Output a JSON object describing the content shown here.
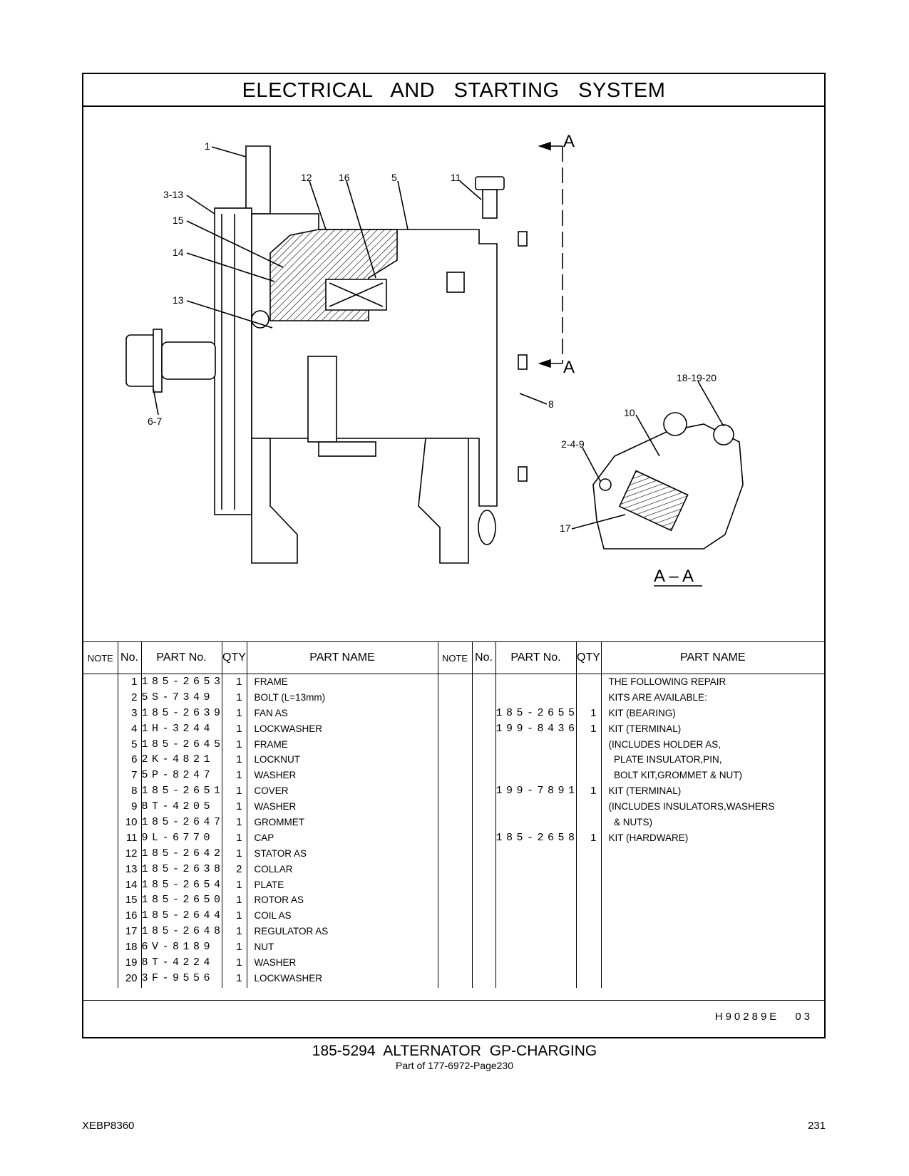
{
  "header": {
    "title": "ELECTRICAL AND STARTING SYSTEM"
  },
  "diagram": {
    "callouts": [
      "1",
      "3-13",
      "15",
      "14",
      "13",
      "12",
      "16",
      "5",
      "11",
      "6-7",
      "8",
      "18-19-20",
      "10",
      "2-4-9",
      "17"
    ],
    "section_marker": "A",
    "section_label": "A – A"
  },
  "table": {
    "headers": {
      "note": "NOTE",
      "no": "No.",
      "part_no": "PART No.",
      "qty": "QTY",
      "part_name": "PART NAME"
    },
    "left": [
      {
        "no": "1",
        "part_no": "185-2653",
        "qty": "1",
        "name": "FRAME"
      },
      {
        "no": "2",
        "part_no": "5S-7349",
        "qty": "1",
        "name": "BOLT (L=13mm)"
      },
      {
        "no": "3",
        "part_no": "185-2639",
        "qty": "1",
        "name": "FAN AS"
      },
      {
        "no": "4",
        "part_no": "1H-3244",
        "qty": "1",
        "name": "LOCKWASHER"
      },
      {
        "no": "5",
        "part_no": "185-2645",
        "qty": "1",
        "name": "FRAME"
      },
      {
        "no": "6",
        "part_no": "2K-4821",
        "qty": "1",
        "name": "LOCKNUT"
      },
      {
        "no": "7",
        "part_no": "5P-8247",
        "qty": "1",
        "name": "WASHER"
      },
      {
        "no": "8",
        "part_no": "185-2651",
        "qty": "1",
        "name": "COVER"
      },
      {
        "no": "9",
        "part_no": "8T-4205",
        "qty": "1",
        "name": "WASHER"
      },
      {
        "no": "10",
        "part_no": "185-2647",
        "qty": "1",
        "name": "GROMMET"
      },
      {
        "no": "11",
        "part_no": "9L-6770",
        "qty": "1",
        "name": "CAP"
      },
      {
        "no": "12",
        "part_no": "185-2642",
        "qty": "1",
        "name": "STATOR AS"
      },
      {
        "no": "13",
        "part_no": "185-2638",
        "qty": "2",
        "name": "COLLAR"
      },
      {
        "no": "14",
        "part_no": "185-2654",
        "qty": "1",
        "name": "PLATE"
      },
      {
        "no": "15",
        "part_no": "185-2650",
        "qty": "1",
        "name": "ROTOR AS"
      },
      {
        "no": "16",
        "part_no": "185-2644",
        "qty": "1",
        "name": "COIL AS"
      },
      {
        "no": "17",
        "part_no": "185-2648",
        "qty": "1",
        "name": "REGULATOR AS"
      },
      {
        "no": "18",
        "part_no": "6V-8189",
        "qty": "1",
        "name": "NUT"
      },
      {
        "no": "19",
        "part_no": "8T-4224",
        "qty": "1",
        "name": "WASHER"
      },
      {
        "no": "20",
        "part_no": "3F-9556",
        "qty": "1",
        "name": "LOCKWASHER"
      }
    ],
    "right": [
      {
        "no": "",
        "part_no": "",
        "qty": "",
        "name": "THE FOLLOWING REPAIR"
      },
      {
        "no": "",
        "part_no": "",
        "qty": "",
        "name": "KITS ARE AVAILABLE:"
      },
      {
        "no": "",
        "part_no": "185-2655",
        "qty": "1",
        "name": "KIT (BEARING)"
      },
      {
        "no": "",
        "part_no": "199-8436",
        "qty": "1",
        "name": "KIT (TERMINAL)"
      },
      {
        "no": "",
        "part_no": "",
        "qty": "",
        "name": "(INCLUDES HOLDER AS,"
      },
      {
        "no": "",
        "part_no": "",
        "qty": "",
        "name": "  PLATE INSULATOR,PIN,"
      },
      {
        "no": "",
        "part_no": "",
        "qty": "",
        "name": "  BOLT KIT,GROMMET & NUT)"
      },
      {
        "no": "",
        "part_no": "199-7891",
        "qty": "1",
        "name": "KIT (TERMINAL)"
      },
      {
        "no": "",
        "part_no": "",
        "qty": "",
        "name": "(INCLUDES INSULATORS,WASHERS"
      },
      {
        "no": "",
        "part_no": "",
        "qty": "",
        "name": "  & NUTS)"
      },
      {
        "no": "",
        "part_no": "185-2658",
        "qty": "1",
        "name": "KIT (HARDWARE)"
      }
    ]
  },
  "footer_box": {
    "drawing_code": "H90289E",
    "revision": "03"
  },
  "caption": {
    "title": "185-5294 ALTERNATOR GP-CHARGING",
    "subtitle": "Part of 177-6972-Page230"
  },
  "page": {
    "doc_id": "XEBP8360",
    "number": "231"
  }
}
